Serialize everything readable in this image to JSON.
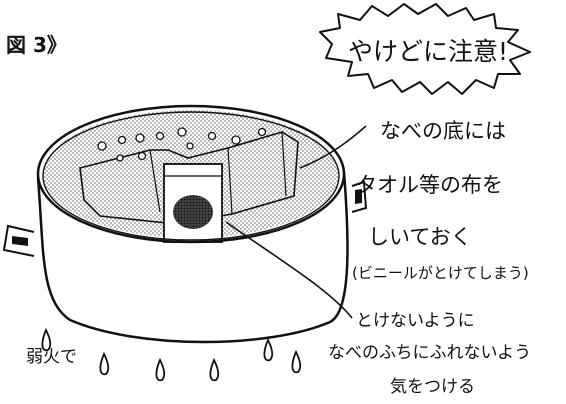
{
  "figure_label": "図 3》",
  "warning": "やけどに注意!",
  "note_towel": {
    "lines": [
      "なべの底には",
      "タオル等の布を",
      "しいておく"
    ],
    "aside": "(ビニールがとけてしまう)"
  },
  "note_edge": {
    "lines": [
      "とけないように",
      "なべのふちにふれないよう",
      "気をつける"
    ]
  },
  "heat_label": "弱火で",
  "colors": {
    "ink": "#111111",
    "background": "#ffffff",
    "screen_tone": "#9a9a9a",
    "bag_contents": "#222222"
  }
}
